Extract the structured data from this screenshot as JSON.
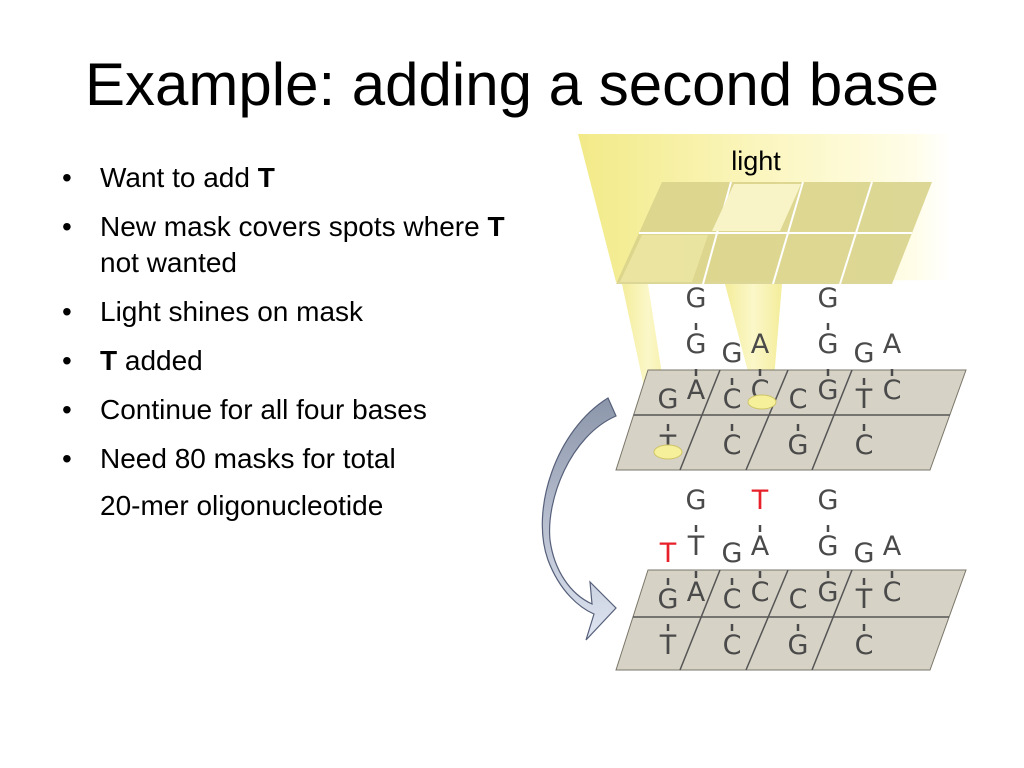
{
  "title": "Example: adding a second base",
  "bullets": [
    {
      "pre": "Want to add ",
      "bold": "T",
      "post": ""
    },
    {
      "pre": "New mask covers spots where ",
      "bold": "T",
      "post": " not wanted"
    },
    {
      "pre": "Light shines on mask",
      "bold": "",
      "post": ""
    },
    {
      "pre": "",
      "bold": "T",
      "post": " added"
    },
    {
      "pre": "Continue for all four bases",
      "bold": "",
      "post": ""
    },
    {
      "pre": "Need 80 masks for total",
      "bold": "",
      "post": ""
    },
    {
      "pre": "20-mer oligonucleotide",
      "bold": "",
      "post": ""
    }
  ],
  "bullet_symbol": "•",
  "diagram": {
    "light_label": "light",
    "colors": {
      "light": "#f6f09a",
      "mask": "#d9d38c",
      "slide": "#d6d2c6",
      "added_base": "#e8202a",
      "base": "#4a4a4a"
    },
    "top_slide": {
      "back_row": [
        {
          "strand": [
            "A",
            "G",
            "G"
          ],
          "stem_len": 3
        },
        {
          "strand": [
            "C",
            "A"
          ],
          "stem_len": 2
        },
        {
          "strand": [
            "G",
            "G",
            "G"
          ],
          "stem_len": 3
        },
        {
          "strand": [
            "C",
            "A"
          ],
          "stem_len": 2
        }
      ],
      "front_row": [
        {
          "strand": [
            "T",
            "G"
          ],
          "stem_len": 2
        },
        {
          "strand": [
            "C",
            "C",
            "G"
          ],
          "stem_len": 3
        },
        {
          "strand": [
            "G",
            "C"
          ],
          "stem_len": 2
        },
        {
          "strand": [
            "C",
            "T",
            "G"
          ],
          "stem_len": 3
        }
      ]
    },
    "bottom_slide": {
      "back_row": [
        {
          "strand": [
            "A",
            "T",
            "G"
          ],
          "added": 0
        },
        {
          "strand": [
            "C",
            "A",
            "T"
          ],
          "added": 1
        },
        {
          "strand": [
            "G",
            "G",
            "G"
          ],
          "added": 0
        },
        {
          "strand": [
            "C",
            "A"
          ],
          "added": 0
        }
      ],
      "front_row": [
        {
          "strand": [
            "T",
            "G",
            "T"
          ],
          "added": 1
        },
        {
          "strand": [
            "C",
            "C",
            "G"
          ],
          "added": 0
        },
        {
          "strand": [
            "G",
            "C"
          ],
          "added": 0
        },
        {
          "strand": [
            "C",
            "T",
            "G"
          ],
          "added": 0
        }
      ]
    }
  }
}
